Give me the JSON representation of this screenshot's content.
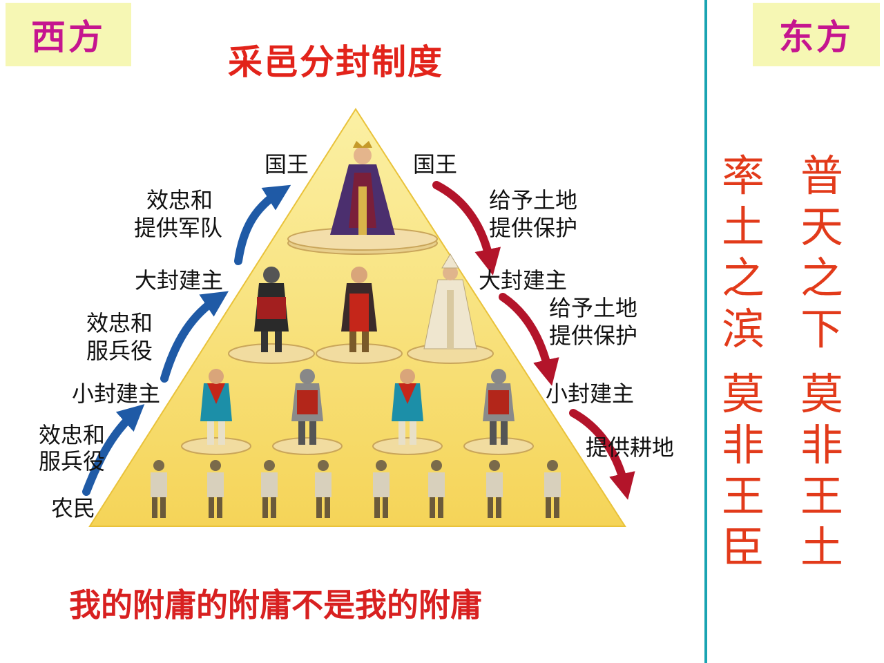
{
  "west_tag": "西方",
  "east_tag": "东方",
  "title": "采邑分封制度",
  "bottom_text": "我的附庸的附庸不是我的附庸",
  "left_labels": {
    "king": "国王",
    "duty1": [
      "效忠和",
      "提供军队"
    ],
    "great_lord": "大封建主",
    "duty2": [
      "效忠和",
      "服兵役"
    ],
    "small_lord": "小封建主",
    "duty3": [
      "效忠和",
      "服兵役"
    ],
    "peasant": "农民"
  },
  "right_labels": {
    "king": "国王",
    "grant1": [
      "给予土地",
      "提供保护"
    ],
    "great_lord": "大封建主",
    "grant2": [
      "给予土地",
      "提供保护"
    ],
    "small_lord": "小封建主",
    "grant3": "提供耕地"
  },
  "east_poem": {
    "col_right_top": "普天之下",
    "col_right_bottom": "莫非王土",
    "col_left_top": "率土之滨",
    "col_left_bottom": "莫非王臣"
  },
  "colors": {
    "pyramid": "#f8e07a",
    "up_arrow": "#1f5aa6",
    "down_arrow": "#b3142a",
    "title_red": "#e2231a",
    "divider": "#1aa4b2",
    "tag_bg": "#f6f7b4",
    "tag_text": "#c5158f"
  }
}
